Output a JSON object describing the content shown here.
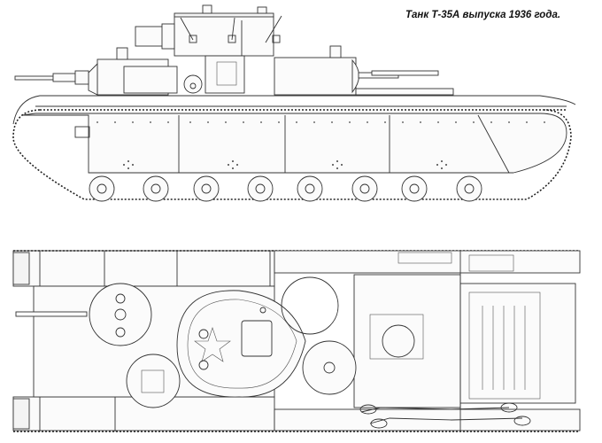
{
  "caption": {
    "text": "Танк Т-35А выпуска 1936 года."
  },
  "drawing": {
    "side_view": {
      "label": "side-elevation",
      "road_wheels": 8,
      "turrets_visible": 3
    },
    "top_view": {
      "label": "plan-view",
      "emblem": "star"
    },
    "colors": {
      "line": "#333333",
      "background": "#ffffff",
      "caption": "#111111"
    }
  }
}
